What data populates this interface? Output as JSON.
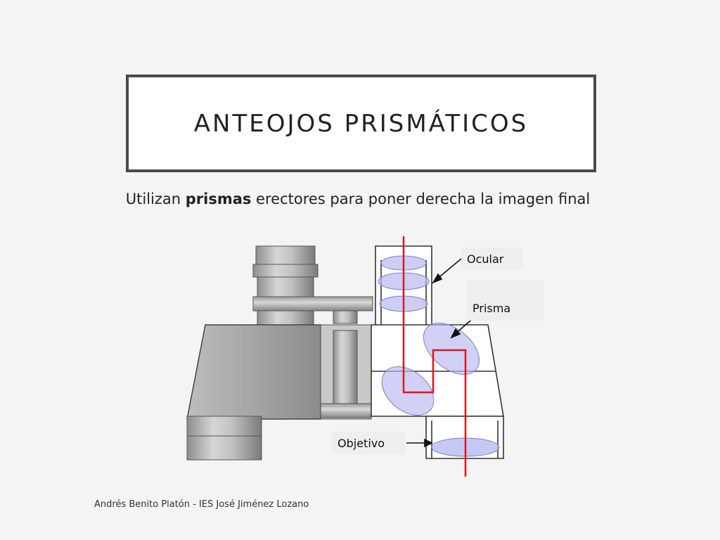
{
  "slide": {
    "title": "ANTEOJOS PRISMÁTICOS",
    "subtitle": {
      "before": "Utilizan ",
      "emphasis": "prismas",
      "after": " erectores para poner derecha la imagen final"
    },
    "footer": "Andrés Benito Platón - IES José Jiménez Lozano"
  },
  "diagram": {
    "labels": {
      "ocular": "Ocular",
      "prisma": "Prisma",
      "objetivo": "Objetivo"
    },
    "colors": {
      "ray": "#e0141e",
      "lens": "#b9b9f0",
      "metal": "#b0b0b0",
      "outline": "#333333"
    }
  }
}
